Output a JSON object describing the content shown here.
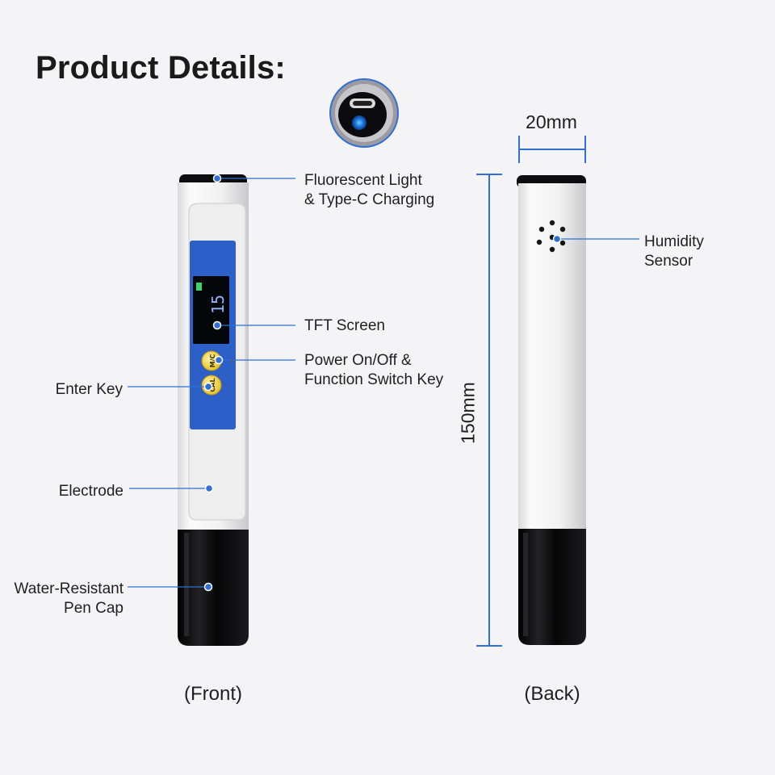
{
  "title": "Product Details:",
  "device": {
    "screen_reading": "15",
    "button_top": "M/C",
    "button_bottom": "CAL"
  },
  "callouts": {
    "fluorescent": {
      "line1": "Fluorescent Light",
      "line2": "& Type-C Charging"
    },
    "tft": {
      "line1": "TFT Screen"
    },
    "power": {
      "line1": "Power On/Off &",
      "line2": "Function Switch Key"
    },
    "enter": {
      "line1": "Enter Key"
    },
    "electrode": {
      "line1": "Electrode"
    },
    "cap": {
      "line1": "Water-Resistant",
      "line2": "Pen Cap"
    },
    "humidity": {
      "line1": "Humidity",
      "line2": "Sensor"
    }
  },
  "dimensions": {
    "width": "20mm",
    "length": "150mm"
  },
  "views": {
    "front": "(Front)",
    "back": "(Back)"
  },
  "colors": {
    "accent": "#2f6fd6",
    "screen_blue": "#2d5fc8",
    "cap_black": "#0d0d0f",
    "body_white": "#f3f3f3"
  }
}
